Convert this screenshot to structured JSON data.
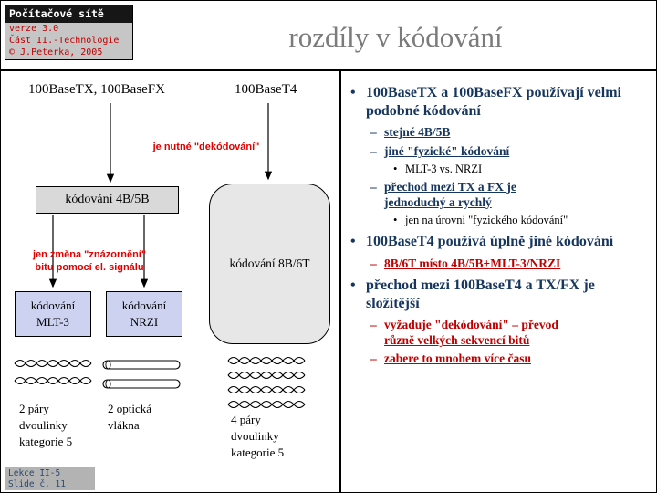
{
  "colors": {
    "bullet_navy": "#17365d",
    "bullet_red": "#c00000",
    "note_red": "#e00000",
    "title_gray": "#7b7b7b",
    "coding_box_blue": "#ccd2f0",
    "coding_box_gray": "#d9d9d9"
  },
  "header": {
    "app_title": "Počítačové sítě",
    "version": "verze 3.0",
    "part": "Část II.-Technologie",
    "copyright": "© J.Peterka, 2005",
    "slide_title": "rozdíly v kódování"
  },
  "footer": {
    "lecture": "Lekce II-5",
    "slide_no": "Slide č. 11"
  },
  "diagram": {
    "label_tx_fx": "100BaseTX, 100BaseFX",
    "label_t4": "100BaseT4",
    "note_decode": "je nutné \"dekódování\"",
    "note_change": "jen změna \"znázornění\"\nbitu pomocí el. signálu",
    "box_4b5b": "kódování 4B/5B",
    "box_8b6t": "kódování 8B/6T",
    "box_mlt3": "kódování\nMLT-3",
    "box_nrzi": "kódování\nNRZI",
    "caption_pairs2": "2 páry\ndvoulinky\nkategorie 5",
    "caption_fiber": "2 optická\nvlákna",
    "caption_pairs4": "4 páry\ndvoulinky\nkategorie 5"
  },
  "bullets": {
    "markers": {
      "l1": "•",
      "l2": "–",
      "l3": "•"
    },
    "items": [
      {
        "text": "100BaseTX a 100BaseFX používají velmi podobné kódování"
      },
      {
        "text": "stejné 4B/5B"
      },
      {
        "text": "jiné \"fyzické\" kódování"
      },
      {
        "text": "MLT-3 vs. NRZI"
      },
      {
        "text": "přechod mezi TX a FX je jednoduchý a rychlý"
      },
      {
        "text": "jen na úrovni \"fyzického kódování\""
      },
      {
        "text": "100BaseT4 používá úplně jiné kódování"
      },
      {
        "text": "8B/6T místo 4B/5B+MLT-3/NRZI"
      },
      {
        "text": "přechod mezi 100BaseT4 a TX/FX je složitější"
      },
      {
        "text": "vyžaduje \"dekódování\" – převod různě velkých sekvencí bitů"
      },
      {
        "text": "zabere to mnohem více času"
      }
    ]
  }
}
